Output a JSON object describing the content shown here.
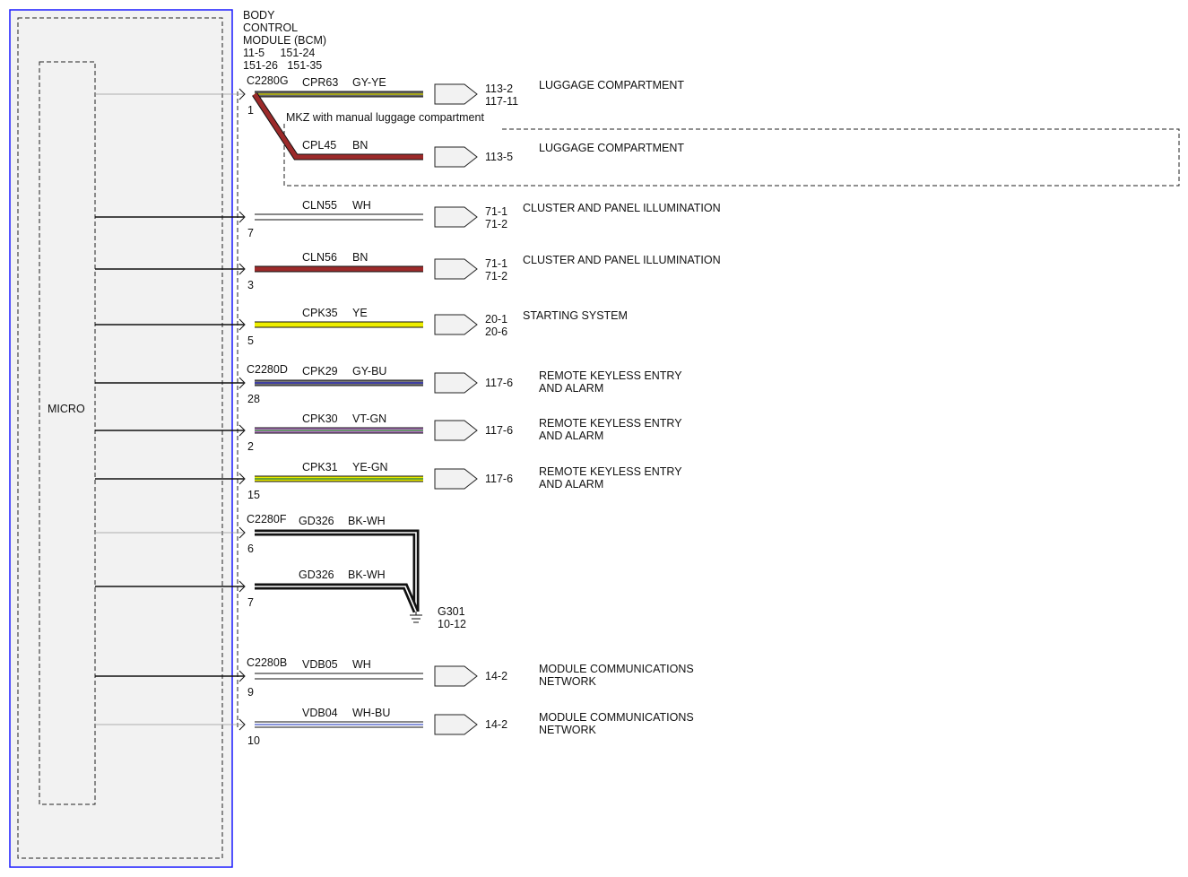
{
  "module": {
    "title_lines": [
      "BODY",
      "CONTROL",
      "MODULE (BCM)"
    ],
    "ref_lines": [
      "11-5     151-24",
      "151-26   151-35"
    ],
    "micro_label": "MICRO"
  },
  "colors": {
    "module_border": "#1a1aff",
    "module_fill": "#f2f2f2",
    "GY-YE": [
      "#666666",
      "#b8b800"
    ],
    "BN": [
      "#9c2a2a"
    ],
    "WH": [
      "#ffffff"
    ],
    "YE": [
      "#eeee00"
    ],
    "GY-BU": [
      "#777777",
      "#2d2db0"
    ],
    "VT-GN": [
      "#b070c0",
      "#50a050"
    ],
    "YE-GN": [
      "#e8e800",
      "#3c8c3c"
    ],
    "BK-WH": [
      "#111111",
      "#ffffff"
    ],
    "WH-BU": [
      "#ffffff",
      "#6070d0"
    ]
  },
  "optional_note": "MKZ with manual luggage compartment",
  "ground": {
    "name": "G301",
    "ref": "10-12"
  },
  "circuits": [
    {
      "connector": "C2280G",
      "pin": "1",
      "circuit": "CPR63",
      "color": "GY-YE",
      "refs": [
        "113-2",
        "117-11"
      ],
      "destination": [
        "LUGGAGE COMPARTMENT"
      ]
    },
    {
      "connector": "",
      "pin": "",
      "circuit": "CPL45",
      "color": "BN",
      "refs": [
        "113-5"
      ],
      "destination": [
        "LUGGAGE COMPARTMENT"
      ]
    },
    {
      "connector": "",
      "pin": "7",
      "circuit": "CLN55",
      "color": "WH",
      "refs": [
        "71-1",
        "71-2"
      ],
      "destination": [
        "CLUSTER AND PANEL ILLUMINATION"
      ]
    },
    {
      "connector": "",
      "pin": "3",
      "circuit": "CLN56",
      "color": "BN",
      "refs": [
        "71-1",
        "71-2"
      ],
      "destination": [
        "CLUSTER AND PANEL ILLUMINATION"
      ]
    },
    {
      "connector": "",
      "pin": "5",
      "circuit": "CPK35",
      "color": "YE",
      "refs": [
        "20-1",
        "20-6"
      ],
      "destination": [
        "STARTING SYSTEM"
      ]
    },
    {
      "connector": "C2280D",
      "pin": "28",
      "circuit": "CPK29",
      "color": "GY-BU",
      "refs": [
        "117-6"
      ],
      "destination": [
        "REMOTE KEYLESS ENTRY",
        "AND ALARM"
      ]
    },
    {
      "connector": "",
      "pin": "2",
      "circuit": "CPK30",
      "color": "VT-GN",
      "refs": [
        "117-6"
      ],
      "destination": [
        "REMOTE KEYLESS ENTRY",
        "AND ALARM"
      ]
    },
    {
      "connector": "",
      "pin": "15",
      "circuit": "CPK31",
      "color": "YE-GN",
      "refs": [
        "117-6"
      ],
      "destination": [
        "REMOTE KEYLESS ENTRY",
        "AND ALARM"
      ]
    },
    {
      "connector": "C2280F",
      "pin": "6",
      "circuit": "GD326",
      "color": "BK-WH",
      "refs": [],
      "destination": []
    },
    {
      "connector": "",
      "pin": "7",
      "circuit": "GD326",
      "color": "BK-WH",
      "refs": [],
      "destination": []
    },
    {
      "connector": "C2280B",
      "pin": "9",
      "circuit": "VDB05",
      "color": "WH",
      "refs": [
        "14-2"
      ],
      "destination": [
        "MODULE COMMUNICATIONS",
        "NETWORK"
      ]
    },
    {
      "connector": "",
      "pin": "10",
      "circuit": "VDB04",
      "color": "WH-BU",
      "refs": [
        "14-2"
      ],
      "destination": [
        "MODULE COMMUNICATIONS",
        "NETWORK"
      ]
    }
  ]
}
